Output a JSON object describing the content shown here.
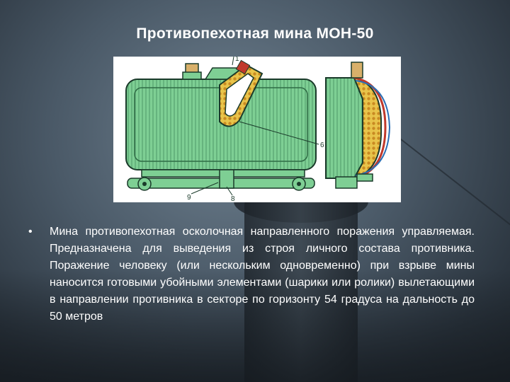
{
  "slide": {
    "title": "Противопехотная мина МОН-50",
    "bullet_marker": "•",
    "body": "Мина противопехотная осколочная направленного поражения управляемая. Предназначена для выведения из строя личного состава противника. Поражение человеку (или нескольким одновременно) при взрыве мины наносится готовыми убойными элементами (шарики или ролики) вылетающими в направлении противника в секторе по горизонту 54 градуса на дальность до 50 метров"
  },
  "figure": {
    "callouts": [
      "1",
      "6",
      "9",
      "8"
    ],
    "colors": {
      "body": "#7ecf94",
      "body_dark": "#3f8a5a",
      "charge": "#e8c44a",
      "outline": "#1a3a2a",
      "accent": "#c0392b"
    }
  }
}
